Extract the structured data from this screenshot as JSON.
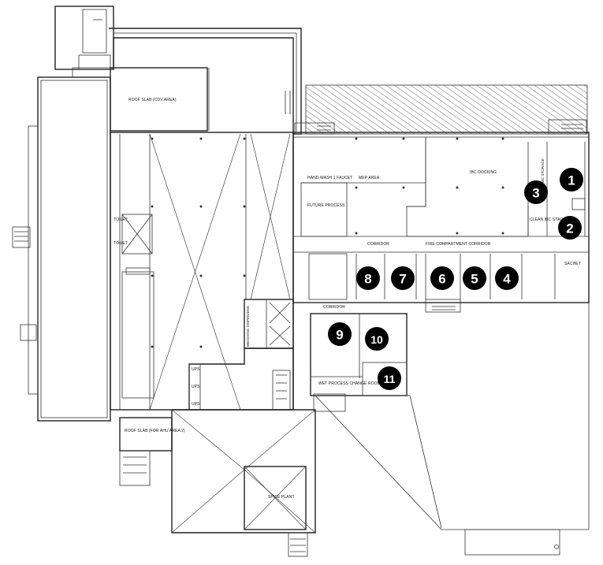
{
  "rooms": {
    "roof_slab_cdv": "ROOF SLAB (CDV AREA)",
    "hand_wash": "HAND WASH 1 FAUCET",
    "mep_area": "MEP AREA",
    "ibc_docking": "IBC DOCKING",
    "future_process": "FUTURE PROCESS",
    "corridor_1": "CORRIDOR",
    "fire_corridor": "FIRE COMPARTMENT CORRIDOR",
    "corridor_2": "CORRIDOR",
    "clean_ibc_staging": "CLEAN IBC STAGING",
    "sachet": "SACHET",
    "ibc_storage": "IBC STORAGE",
    "weighing_dispensing": "WEIGHING DISPENSING",
    "wet_process_change_room": "WET PROCESS CHANGE ROOM",
    "roof_slab_ahu": "ROOF SLAB (FOR AHU AREA 2)",
    "spice_plant": "SPICE PLANT",
    "toilet_1": "TOILET",
    "toilet_2": "TOILET",
    "ups_1": "UPS",
    "ups_2": "UPS",
    "ups_3": "UPS"
  },
  "markers": [
    "1",
    "2",
    "3",
    "4",
    "5",
    "6",
    "7",
    "8",
    "9",
    "10",
    "11"
  ]
}
